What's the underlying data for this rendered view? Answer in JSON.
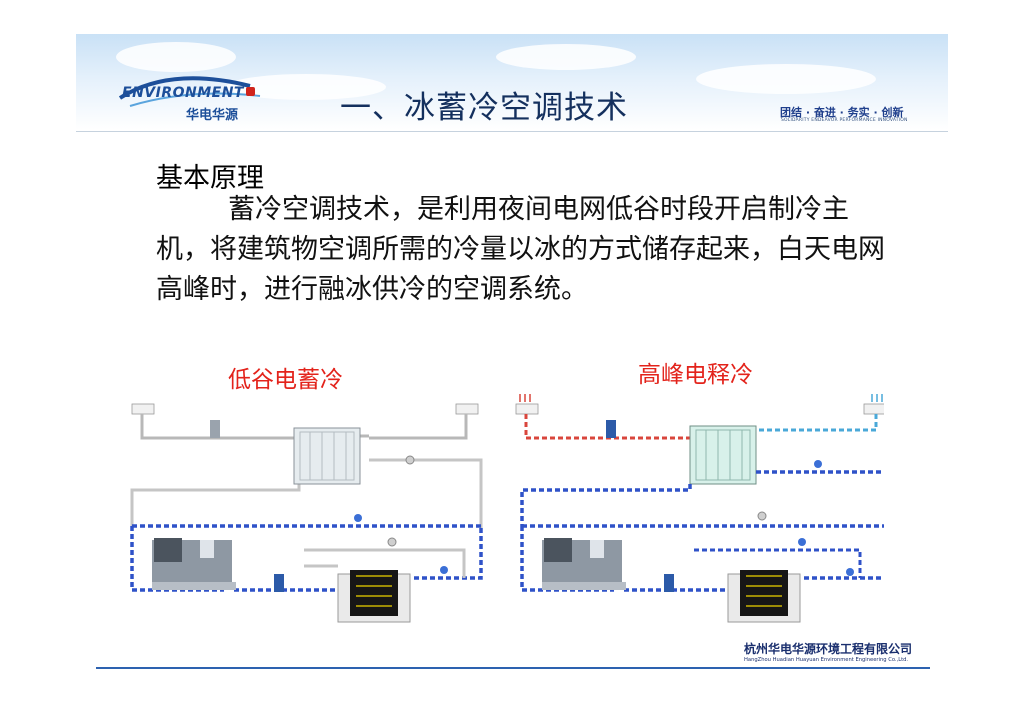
{
  "header": {
    "logo_text": "ENVIRONMENT",
    "logo_cn": "华电华源",
    "title": "一、冰蓄冷空调技术",
    "motto": "团结 · 奋进 · 务实 · 创新",
    "motto_en": "SOLIDARITY ENDEAVOR PERFORMANCE INNOVATION"
  },
  "body": {
    "heading": "基本原理",
    "paragraph": "蓄冷空调技术，是利用夜间电网低谷时段开启制冷主机，将建筑物空调所需的冷量以冰的方式储存起来，白天电网高峰时，进行融冰供冷的空调系统。"
  },
  "diagrams": {
    "left_label": "低谷电蓄冷",
    "right_label": "高峰电释冷"
  },
  "footer": {
    "company_cn": "杭州华电华源环境工程有限公司",
    "company_en": "HangZhou Huadian Huayuan Environment Engineering Co.,Ltd."
  },
  "colors": {
    "title": "#14305e",
    "label_red": "#e3231b",
    "pipe_blue": "#2f52c8",
    "pipe_red": "#d9463c",
    "pipe_cyan": "#4aa8d8",
    "footer_line": "#2d62b0"
  }
}
